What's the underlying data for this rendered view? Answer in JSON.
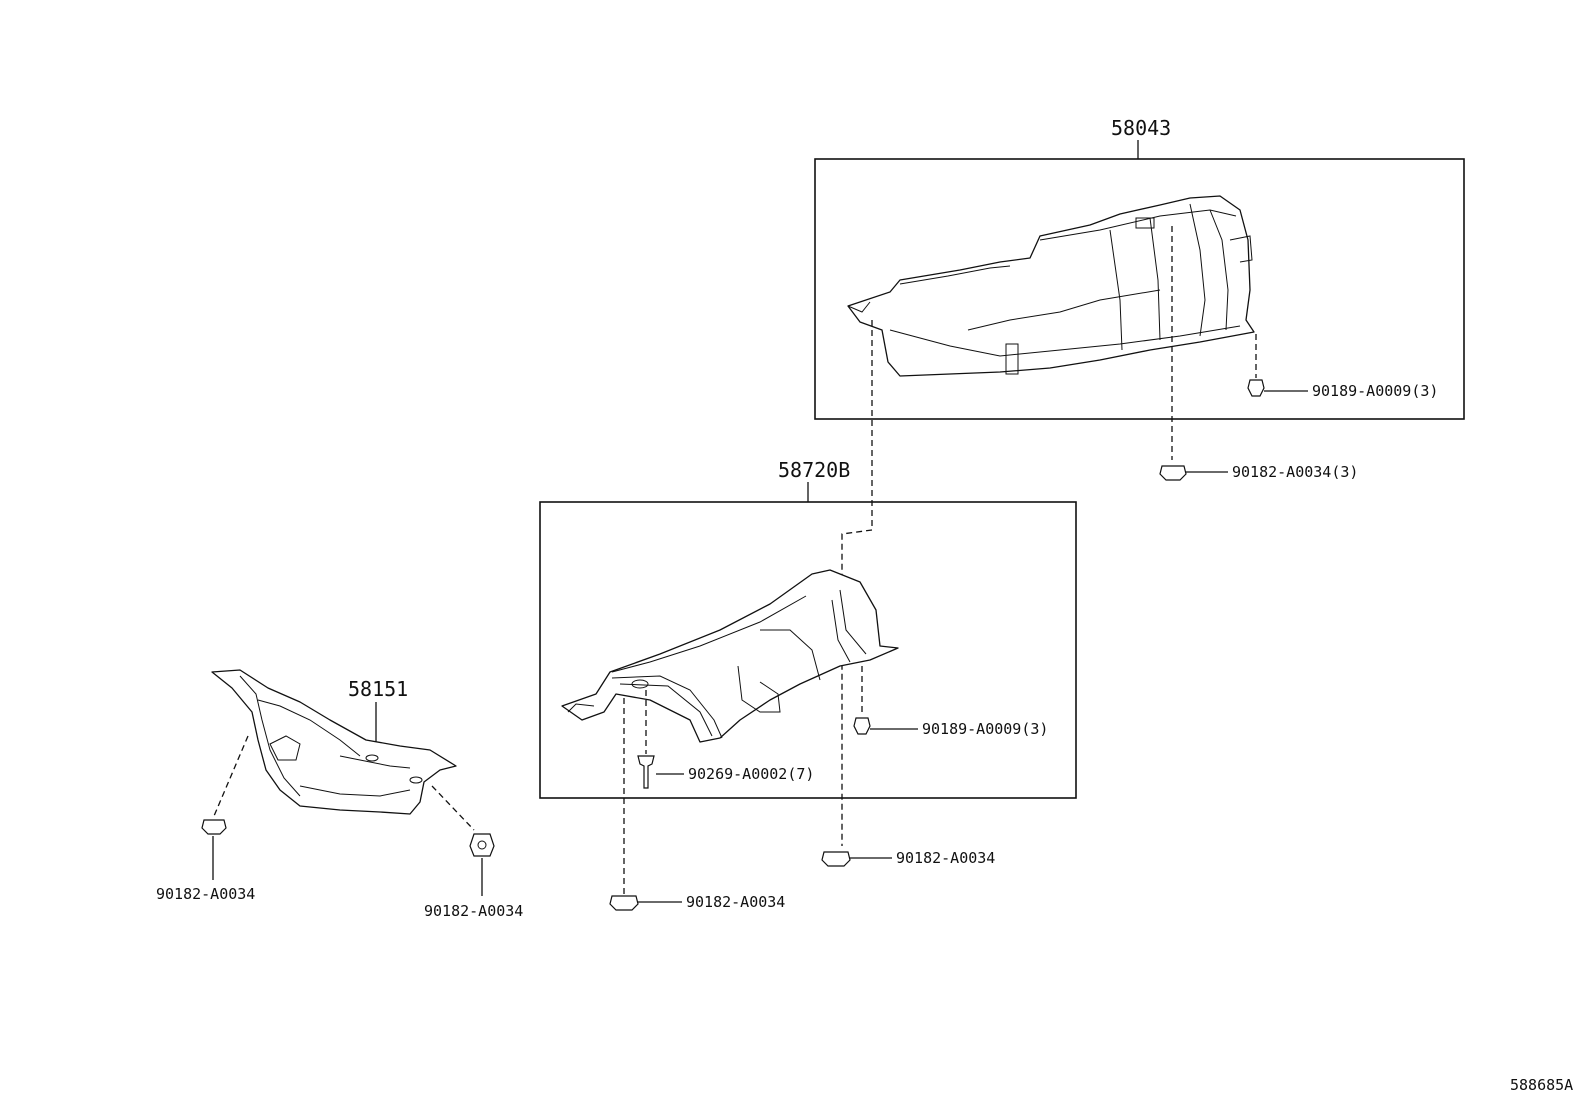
{
  "assemblies": {
    "upper_box_part": "58043",
    "middle_box_part": "58720B",
    "left_part": "58151"
  },
  "callouts": {
    "upper_clip": "90189-A0009(3)",
    "upper_nut": "90182-A0034(3)",
    "middle_clip": "90189-A0009(3)",
    "middle_rivet": "90269-A0002(7)",
    "middle_nut_right": "90182-A0034",
    "middle_nut_bottom": "90182-A0034",
    "left_nut_a": "90182-A0034",
    "left_nut_b": "90182-A0034"
  },
  "diagram_code": "588685A",
  "colors": {
    "line": "#111111",
    "background": "#ffffff"
  }
}
